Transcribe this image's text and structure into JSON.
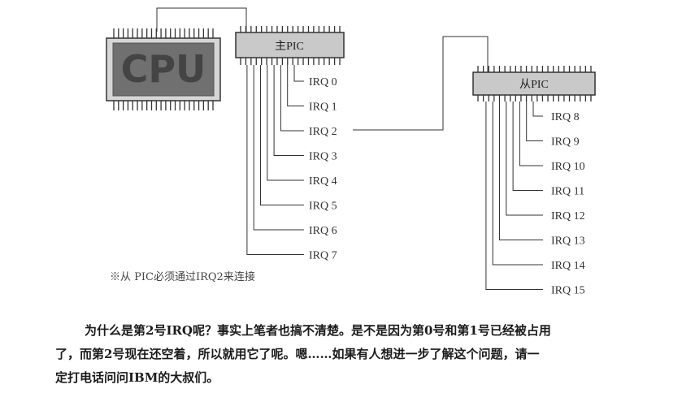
{
  "cpu": {
    "label": "CPU"
  },
  "master_pic": {
    "label": "主PIC",
    "irqs": [
      "IRQ 0",
      "IRQ 1",
      "IRQ 2",
      "IRQ 3",
      "IRQ 4",
      "IRQ 5",
      "IRQ 6",
      "IRQ 7"
    ]
  },
  "slave_pic": {
    "label": "从PIC",
    "irqs": [
      "IRQ 8",
      "IRQ 9",
      "IRQ 10",
      "IRQ 11",
      "IRQ 12",
      "IRQ 13",
      "IRQ 14",
      "IRQ 15"
    ]
  },
  "note": "※从 PIC必须通过IRQ2来连接",
  "paragraph": {
    "line1": "为什么是第2号IRQ呢？事实上笔者也搞不清楚。是不是因为第0号和第1号已经被占用",
    "line2": "了，而第2号现在还空着，所以就用它了呢。嗯……如果有人想进一步了解这个问题，请一",
    "line3": "定打电话问问IBM的大叔们。"
  }
}
